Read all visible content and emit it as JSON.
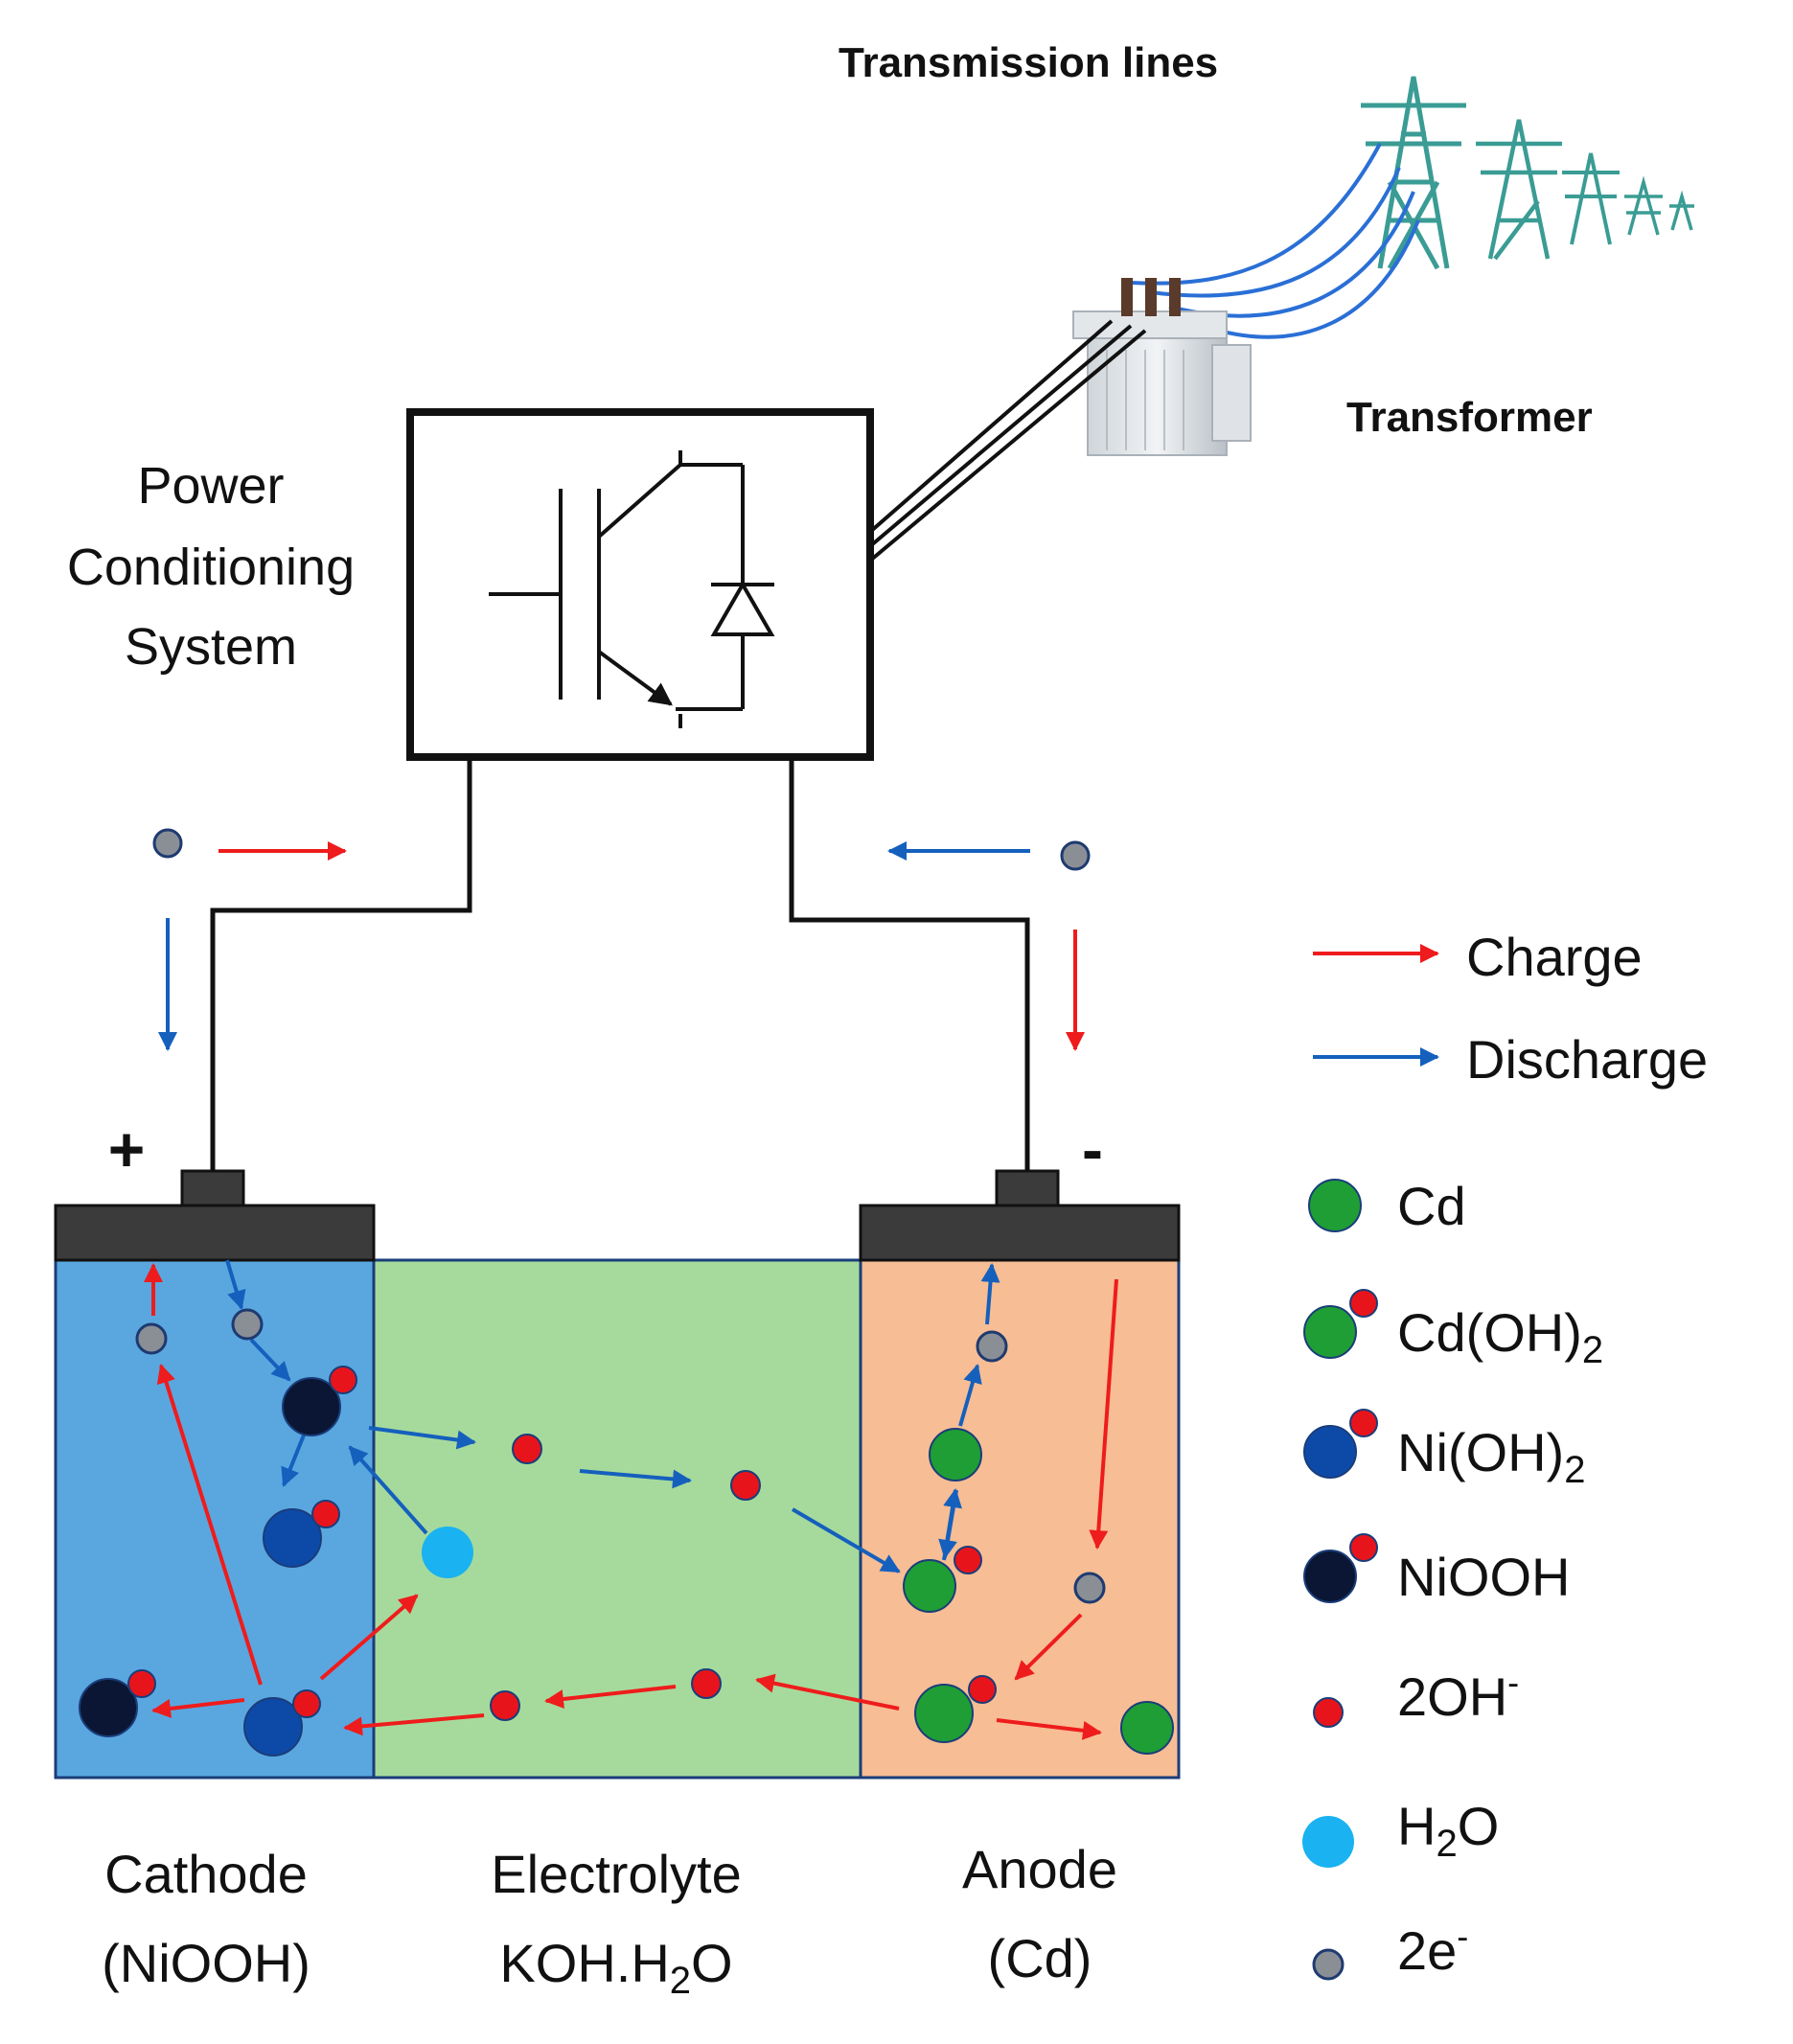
{
  "title_transmission": "Transmission lines",
  "title_transformer": "Transformer",
  "pcs_label": [
    "Power",
    "Conditioning",
    "System"
  ],
  "polarity": {
    "positive": "+",
    "negative": "-"
  },
  "legend": {
    "charge": "Charge",
    "discharge": "Discharge",
    "species": {
      "cd": {
        "base": "Cd",
        "suffix": ""
      },
      "cdoh2": {
        "base": "Cd(OH)",
        "suffix": "2"
      },
      "nioh2": {
        "base": "Ni(OH)",
        "suffix": "2"
      },
      "niooh": {
        "base": "NiOOH",
        "suffix": ""
      },
      "oh": {
        "base": "2OH",
        "suffix": "-"
      },
      "h2o": {
        "base": "H",
        "sub": "2",
        "tail": "O"
      },
      "electron": {
        "base": "2e",
        "suffix": "-"
      }
    }
  },
  "sections": {
    "cathode": {
      "line1": "Cathode",
      "line2": "(NiOOH)"
    },
    "electrolyte": {
      "line1": "Electrolyte",
      "line2a": "KOH.H",
      "line2sub": "2",
      "line2b": "O"
    },
    "anode": {
      "line1": "Anode",
      "line2": "(Cd)"
    }
  },
  "colors": {
    "charge": "#ee1c1c",
    "discharge": "#1560bd",
    "cathode_fill": "#5aa7e0",
    "electrolyte_fill": "#a6da9c",
    "anode_fill": "#f7bd94",
    "cd": "#1e9e35",
    "ni_oh2": "#0d4aa8",
    "niooh": "#0a1633",
    "oh": "#e8141c",
    "h2o": "#1ab2f0",
    "electron": "#8a8f96",
    "pylon": "#3a9c94",
    "line_blue": "#2a6fd6"
  }
}
